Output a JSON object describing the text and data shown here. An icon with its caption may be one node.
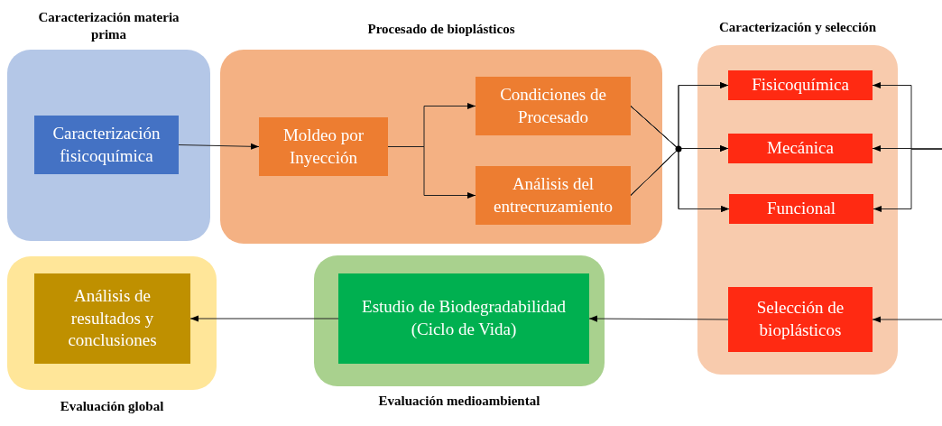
{
  "diagram": {
    "nodes": [
      {
        "text": [
          "Caracterización materia prima"
        ]
      },
      {
        "text": [
          "Caracterización fisicoquímica"
        ],
        "in": 0
      },
      {
        "text": [
          "Procesado de bioplásticos"
        ]
      },
      {
        "text": [
          "Moldeo por Inyección"
        ],
        "in": 2
      },
      {
        "text": [
          "Condiciones de Procesado"
        ],
        "in": 2
      },
      {
        "text": [
          "Análisis del entrecruzamiento"
        ],
        "in": 2
      },
      {
        "text": [
          "Caracterización y selección"
        ]
      },
      {
        "text": [
          "Fisicoquímica"
        ],
        "in": 6
      },
      {
        "text": [
          "Mecánica"
        ],
        "in": 6
      },
      {
        "text": [
          "Funcional"
        ],
        "in": 6
      },
      {
        "text": [
          "Selección de bioplásticos"
        ],
        "in": 6
      },
      {
        "text": [
          "Evaluación medioambiental"
        ]
      },
      {
        "text": [
          "Estudio de Biodegradabilidad (Ciclo de Vida)"
        ],
        "in": 11
      },
      {
        "text": [
          "Evaluación global"
        ]
      },
      {
        "text": [
          "Análisis de resultados y conclusiones"
        ],
        "in": 13
      }
    ],
    "edges": [
      {
        "from": 1,
        "to": 3,
        "arrow": "to"
      },
      {
        "from": 3,
        "to": 4,
        "arrow": "to"
      },
      {
        "from": 3,
        "to": 5,
        "arrow": "to"
      },
      {
        "from": 4,
        "to": 7,
        "arrow": "to"
      },
      {
        "from": 4,
        "to": 8,
        "arrow": "to"
      },
      {
        "from": 4,
        "to": 9,
        "arrow": "to"
      },
      {
        "from": 5,
        "to": 7,
        "arrow": "to"
      },
      {
        "from": 5,
        "to": 8,
        "arrow": "to"
      },
      {
        "from": 5,
        "to": 9,
        "arrow": "to"
      },
      {
        "from": null,
        "to": 7,
        "arrow": "to"
      },
      {
        "from": null,
        "to": 8,
        "arrow": "to"
      },
      {
        "from": null,
        "to": 9,
        "arrow": "to"
      },
      {
        "from": null,
        "to": 10,
        "arrow": "to"
      },
      {
        "from": 10,
        "to": 12,
        "arrow": "to"
      },
      {
        "from": 12,
        "to": 14,
        "arrow": "to"
      }
    ]
  }
}
